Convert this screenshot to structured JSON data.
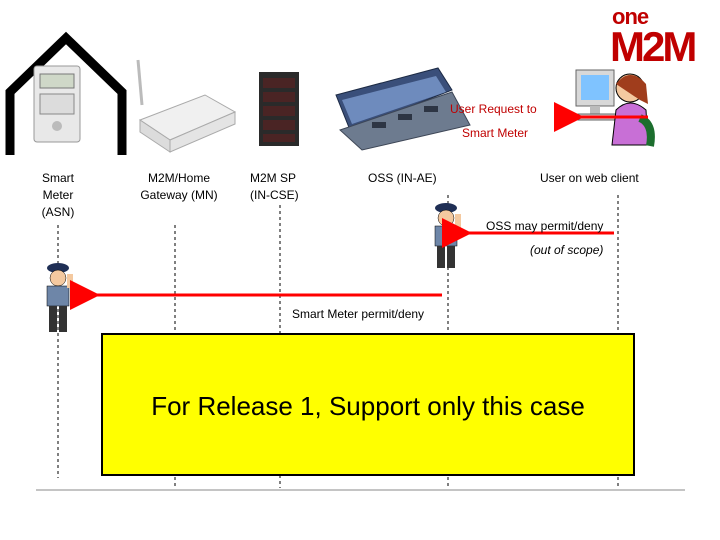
{
  "logo": {
    "line1": "one",
    "line2": "M2M"
  },
  "entities": {
    "smart_meter": "Smart Meter (ASN)",
    "gateway": "M2M/Home Gateway (MN)",
    "m2msp": "M2M SP (IN-CSE)",
    "oss": "OSS (IN-AE)",
    "user": "User on web client"
  },
  "labels": {
    "user_request_1": "User Request to",
    "user_request_2": "Smart Meter",
    "oss_permit": "OSS may permit/deny",
    "out_of_scope": "(out of scope)",
    "meter_permit": "Smart Meter permit/deny"
  },
  "banner": {
    "text": "For Release 1, Support only this case"
  },
  "colors": {
    "arrow": "#ff0000",
    "banner_bg": "#ffff00",
    "logo": "#c00000"
  }
}
